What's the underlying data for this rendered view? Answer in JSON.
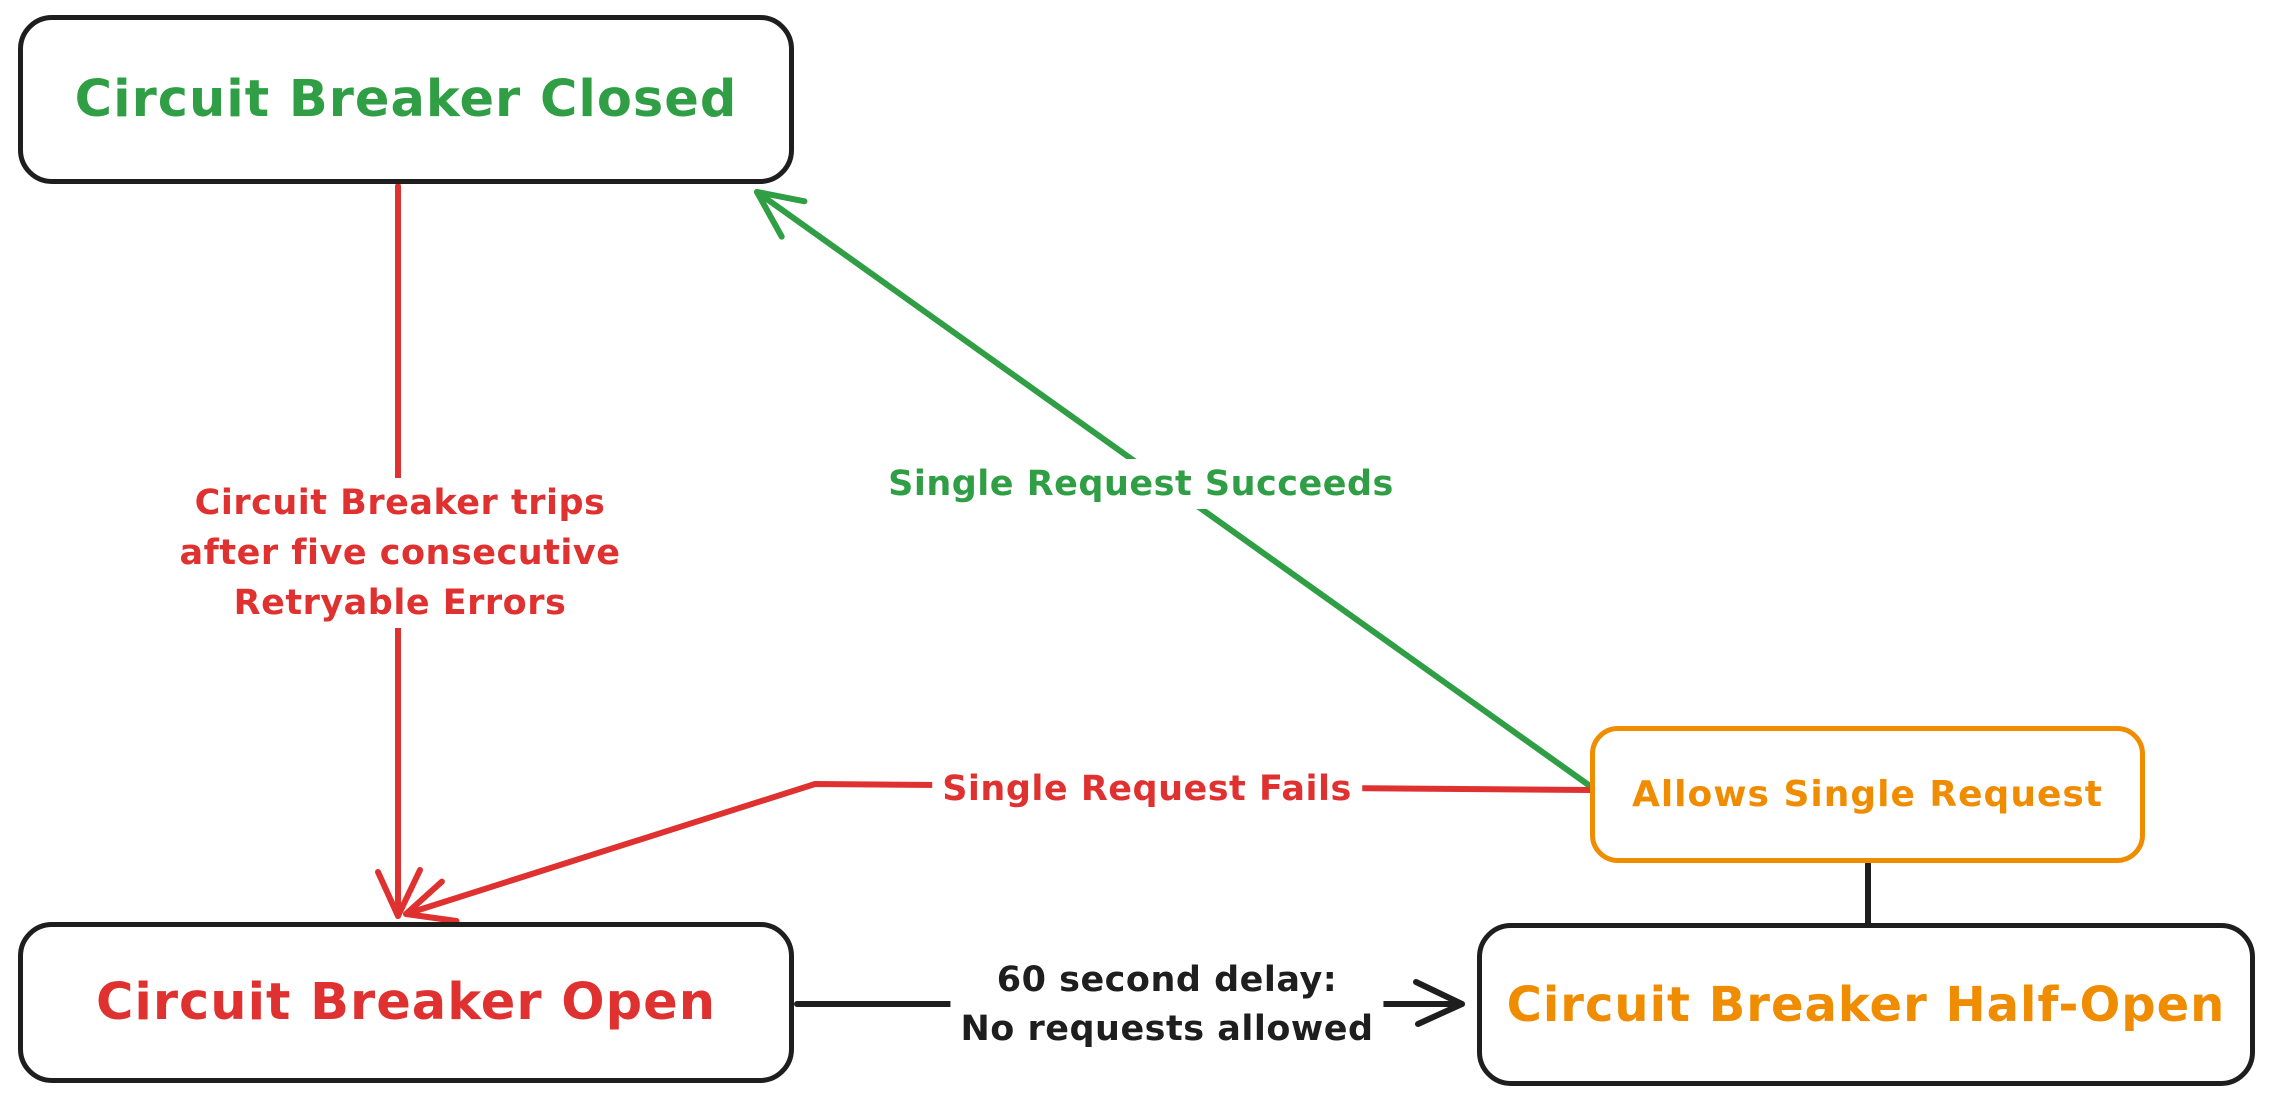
{
  "colors": {
    "ink": "#1e1e1e",
    "red": "#e03131",
    "green": "#2f9e44",
    "orange": "#f08c00",
    "background": "#ffffff"
  },
  "nodes": {
    "closed": {
      "label": "Circuit Breaker Closed"
    },
    "open": {
      "label": "Circuit Breaker Open"
    },
    "half_open": {
      "label": "Circuit Breaker Half-Open"
    },
    "allows": {
      "label": "Allows Single Request"
    }
  },
  "edges": {
    "trip": {
      "label_lines": [
        "Circuit Breaker trips",
        "after five consecutive",
        "Retryable Errors"
      ]
    },
    "succeeds": {
      "label": "Single Request Succeeds"
    },
    "fails": {
      "label": "Single Request Fails"
    },
    "delay": {
      "label_lines": [
        "60 second delay:",
        "No requests allowed"
      ]
    }
  }
}
